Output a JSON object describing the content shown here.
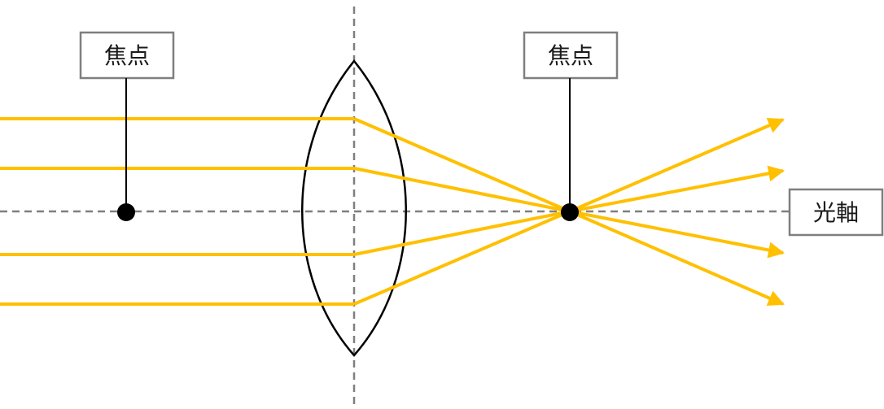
{
  "labels": {
    "focus_left": "焦点",
    "focus_right": "焦点",
    "optical_axis": "光軸"
  },
  "colors": {
    "ray": "#FFC000",
    "axis": "#7f7f7f",
    "lens": "#000000",
    "box_stroke": "#7f7f7f",
    "point": "#000000"
  }
}
